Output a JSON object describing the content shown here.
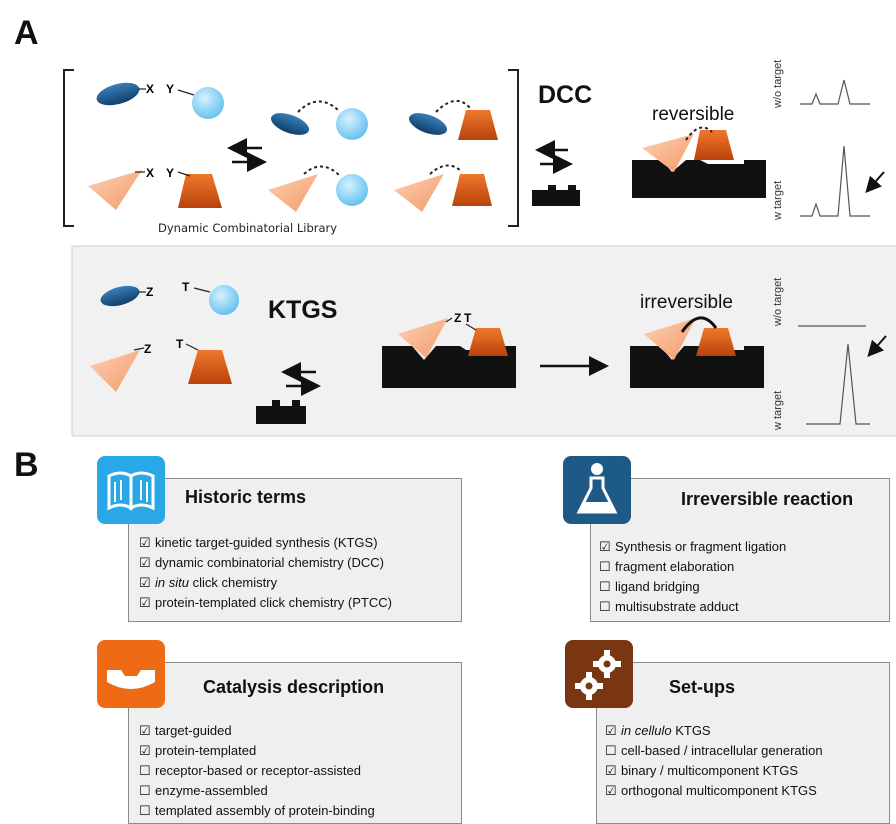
{
  "panel_a": {
    "letter": "A",
    "dcc_label": "DCC",
    "ktgs_label": "KTGS",
    "reversible": "reversible",
    "irreversible": "irreversible",
    "library_caption": "Dynamic Combinatorial Library",
    "group_x": "X",
    "group_y": "Y",
    "group_z": "Z",
    "group_t": "T",
    "wo_target": "w/o target",
    "w_target": "w target"
  },
  "panel_b": {
    "letter": "B",
    "boxes": [
      {
        "title": "Historic terms",
        "icon": "book-icon",
        "color": "#2aa7e6",
        "items": [
          {
            "check": "☑",
            "text": "kinetic target-guided synthesis (KTGS)"
          },
          {
            "check": "☑",
            "text": "dynamic combinatorial chemistry (DCC)"
          },
          {
            "check": "☑",
            "italic": "in situ",
            "text": " click chemistry"
          },
          {
            "check": "☑",
            "text": "protein-templated click chemistry (PTCC)"
          }
        ]
      },
      {
        "title": "Irreversible reaction",
        "icon": "flask-icon",
        "color": "#1e5a86",
        "items": [
          {
            "check": "☑",
            "text": "Synthesis or fragment ligation"
          },
          {
            "check": "☐",
            "text": "fragment elaboration"
          },
          {
            "check": "☐",
            "text": "ligand bridging"
          },
          {
            "check": "☐",
            "text": "multisubstrate adduct"
          }
        ]
      },
      {
        "title": "Catalysis description",
        "icon": "enzyme-icon",
        "color": "#ee6a14",
        "items": [
          {
            "check": "☑",
            "text": "target-guided"
          },
          {
            "check": "☑",
            "text": "protein-templated"
          },
          {
            "check": "☐",
            "text": "receptor-based or receptor-assisted"
          },
          {
            "check": "☐",
            "text": "enzyme-assembled"
          },
          {
            "check": "☐",
            "text": "templated assembly of protein-binding"
          }
        ]
      },
      {
        "title": "Set-ups",
        "icon": "gears-icon",
        "color": "#7a3512",
        "items": [
          {
            "check": "☑",
            "italic": "in cellulo",
            "text": " KTGS"
          },
          {
            "check": "☐",
            "text": "cell-based / intracellular generation"
          },
          {
            "check": "☑",
            "text": "binary / multicomponent KTGS"
          },
          {
            "check": "☑",
            "text": "orthogonal multicomponent KTGS"
          }
        ]
      }
    ]
  },
  "colors": {
    "ellipse": "#1d5d93",
    "sphere": "#8fd3f6",
    "triangle": "#f8b28a",
    "trapezoid": "#d9530f",
    "target": "#111111"
  }
}
